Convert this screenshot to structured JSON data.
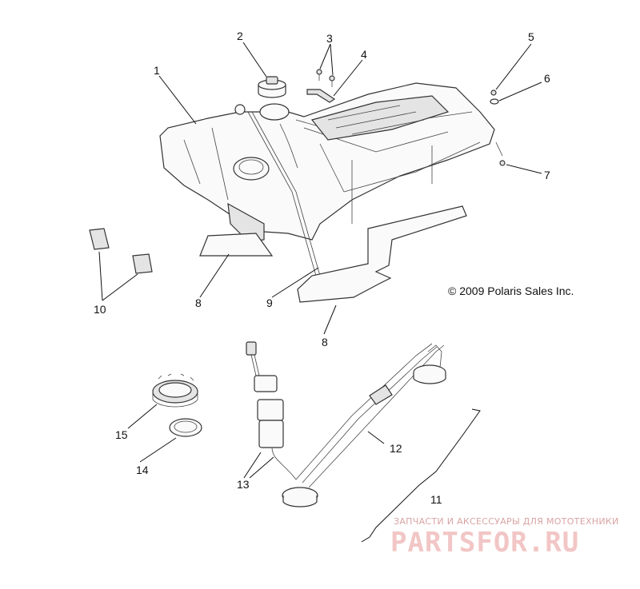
{
  "callouts": [
    "1",
    "2",
    "3",
    "4",
    "5",
    "6",
    "7",
    "8",
    "8",
    "9",
    "10",
    "11",
    "12",
    "13",
    "14",
    "15"
  ],
  "copyright": "© 2009 Polaris Sales Inc.",
  "watermark": {
    "caption": "ЗАПЧАСТИ И АКСЕССУАРЫ ДЛЯ МОТОТЕХНИКИ",
    "brand": "PARTSFOR.RU"
  }
}
